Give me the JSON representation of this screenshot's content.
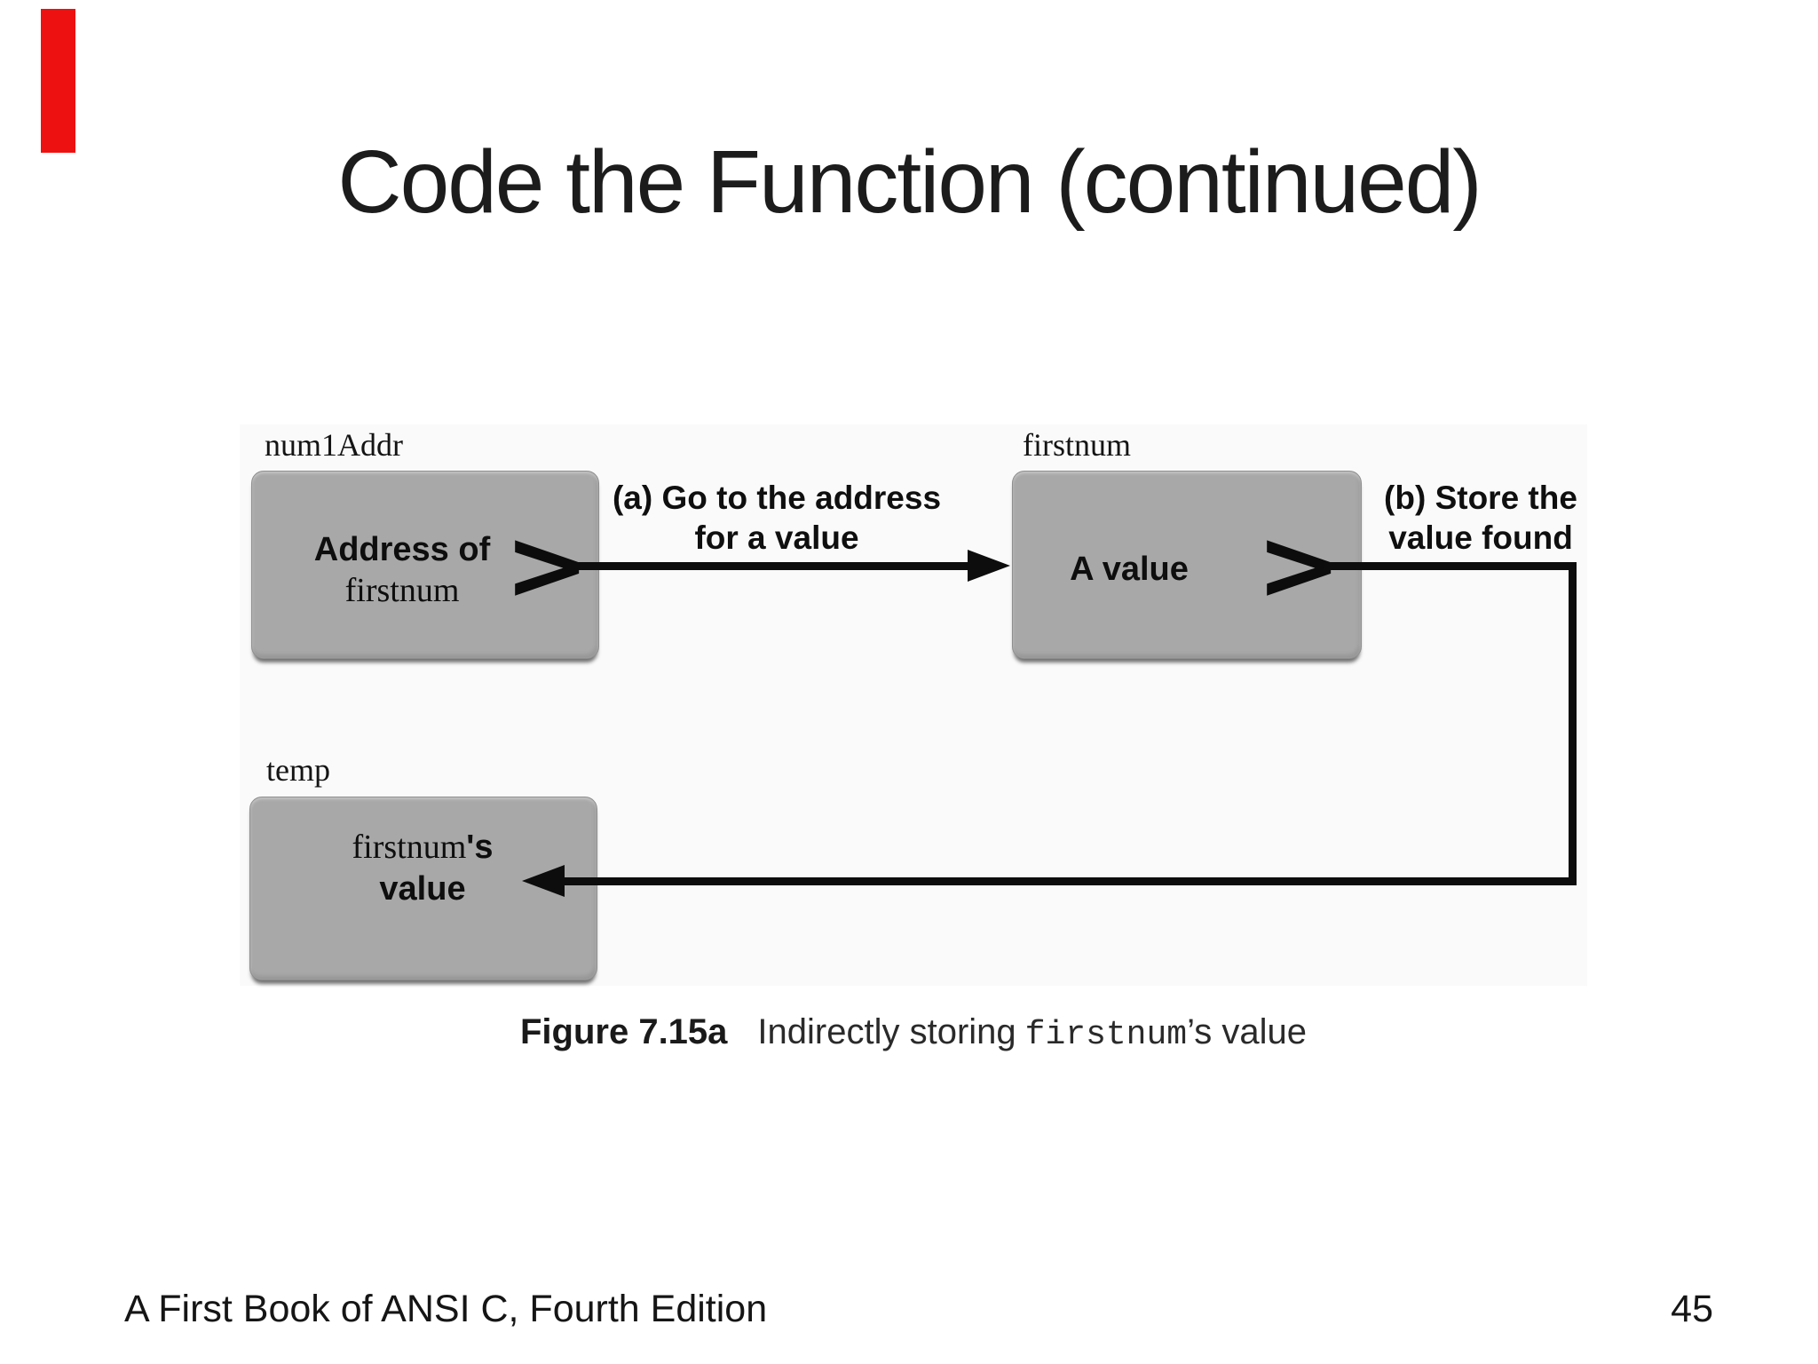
{
  "title": "Code the Function (continued)",
  "figure": {
    "boxes": {
      "num1Addr": {
        "label": "num1Addr",
        "line1": "Address of",
        "line2": "firstnum"
      },
      "firstnum": {
        "label": "firstnum",
        "text": "A value"
      },
      "temp": {
        "label": "temp",
        "line1_name": "firstnum",
        "line1_suffix": "'s",
        "line2": "value"
      }
    },
    "annotations": {
      "a1": "(a) Go to the address",
      "a2": "for a value",
      "b1": "(b) Store the",
      "b2": "value found"
    },
    "chevron": ">",
    "caption": {
      "label": "Figure 7.15a",
      "before_code": "Indirectly storing",
      "code": "firstnum",
      "after_code": "’s value"
    },
    "colors": {
      "box_fill": "#a8a8a8",
      "accent_red": "#ee1111",
      "figure_bg": "#fafafa"
    }
  },
  "footer": {
    "left": "A First Book of ANSI C, Fourth Edition",
    "page": "45"
  }
}
